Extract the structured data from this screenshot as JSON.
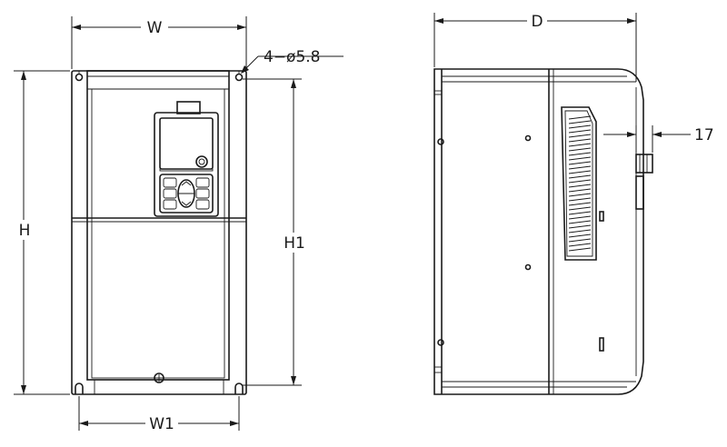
{
  "dimensions": {
    "width": "W",
    "mounting_width": "W1",
    "height": "H",
    "mounting_height": "H1",
    "depth": "D",
    "holes": "4−ø5.8",
    "protrusion": "17"
  }
}
